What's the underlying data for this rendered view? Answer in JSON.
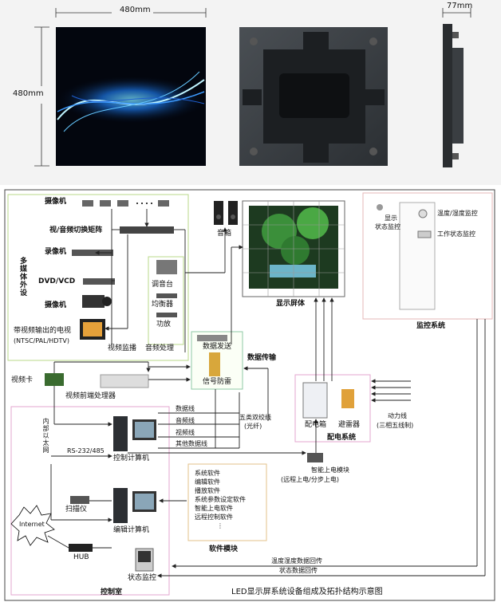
{
  "dimensions": {
    "width_480": "480mm",
    "height_480": "480mm",
    "depth_77": "77mm"
  },
  "diagram": {
    "title": "LED显示屏系统设备组成及拓扑结构示意图",
    "multimedia": {
      "section_title": "多媒体外设",
      "camera_top": "摄像机",
      "av_matrix": "视/音频切换矩阵",
      "recorder": "录像机",
      "dvd_vcd": "DVD/VCD",
      "camera_bottom": "摄像机",
      "tv_line1": "带视频输出的电视",
      "tv_line2": "(NTSC/PAL/HDTV)",
      "video_monitor": "视频监播",
      "audio_processing": "音频处理",
      "mixer": "调音台",
      "equalizer": "均衡器",
      "amplifier": "功放"
    },
    "speaker": "音箱",
    "display_screen": "显示屏体",
    "monitoring": {
      "section_title": "监控系统",
      "display_status": [
        "显示",
        "状态监控"
      ],
      "temp_humidity": "温度/湿度监控",
      "work_status": "工作状态监控"
    },
    "data_transmission": {
      "section_title": "数据传输",
      "data_send": "数据发送",
      "signal_protection": "信号防雷"
    },
    "video_card": "视频卡",
    "video_processor": "视频前端处理器",
    "lines": {
      "data_line": "数据线",
      "audio_line": "音频线",
      "video_line": "视频线",
      "other_data": "其他数据线",
      "cat5_line1": "五类双绞线",
      "cat5_line2": "(光纤)",
      "rs232": "RS-232/485",
      "power_line1": "动力线",
      "power_line2": "(三相五线制)",
      "temp_return": "温度湿度数据回传",
      "status_return": "状态数据回传"
    },
    "power": {
      "section_title": "配电系统",
      "distribution_box": "配电箱",
      "lightning_arrester": "避雷器",
      "smart_module_title": "智能上电模块",
      "smart_module_sub": "(远程上电/分步上电)"
    },
    "control_room": {
      "section_title": "控制室",
      "control_pc": "控制计算机",
      "edit_pc": "编辑计算机",
      "scanner": "扫描仪",
      "hub": "HUB",
      "internet": "Internet",
      "lan": "内部以太网",
      "status_monitor": "状态监控"
    },
    "software": {
      "section_title": "软件模块",
      "items": [
        "系统软件",
        "编辑软件",
        "播放软件",
        "系统参数设定软件",
        "智能上电软件",
        "远程控制软件",
        "⋮"
      ]
    }
  }
}
